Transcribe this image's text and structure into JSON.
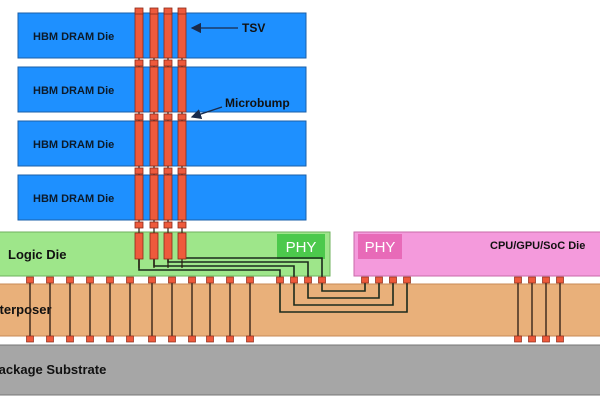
{
  "diagram": {
    "dram_dies": [
      {
        "label": "HBM DRAM Die"
      },
      {
        "label": "HBM DRAM Die"
      },
      {
        "label": "HBM DRAM Die"
      },
      {
        "label": "HBM DRAM Die"
      }
    ],
    "annotations": {
      "tsv": "TSV",
      "microbump": "Microbump"
    },
    "logic_die": {
      "label": "Logic Die",
      "phy_label": "PHY"
    },
    "processor_die": {
      "label": "CPU/GPU/SoC Die",
      "phy_label": "PHY"
    },
    "interposer": {
      "label": "Interposer"
    },
    "package_substrate": {
      "label": "Package Substrate"
    }
  },
  "colors": {
    "dram": "#1e90ff",
    "dram_border": "#1a5fa8",
    "tsv": "#ee5a3c",
    "tsv_border": "#8a2a18",
    "logic_die": "#9ee68a",
    "phy_green": "#4cc94c",
    "processor_die": "#f49adc",
    "phy_pink": "#e86ab8",
    "interposer": "#e9b07a",
    "substrate": "#a6a6a6",
    "wire": "#1c2a1c"
  }
}
